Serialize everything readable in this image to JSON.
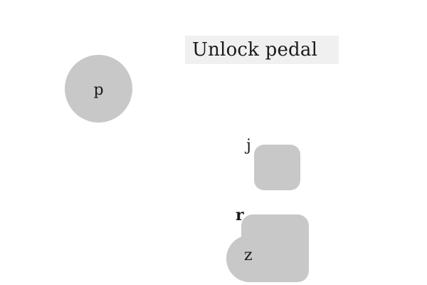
{
  "instruction": {
    "text": "Unlock pedal"
  },
  "shapes": {
    "p": {
      "label": "p"
    },
    "j": {
      "label": "j"
    },
    "r": {
      "label": "r"
    },
    "z": {
      "label": "z"
    }
  },
  "colors": {
    "background": "#ffffff",
    "instruction_bg": "#f0f0f0",
    "shape_fill": "#c8c8c8",
    "text": "#1a1a1a"
  }
}
